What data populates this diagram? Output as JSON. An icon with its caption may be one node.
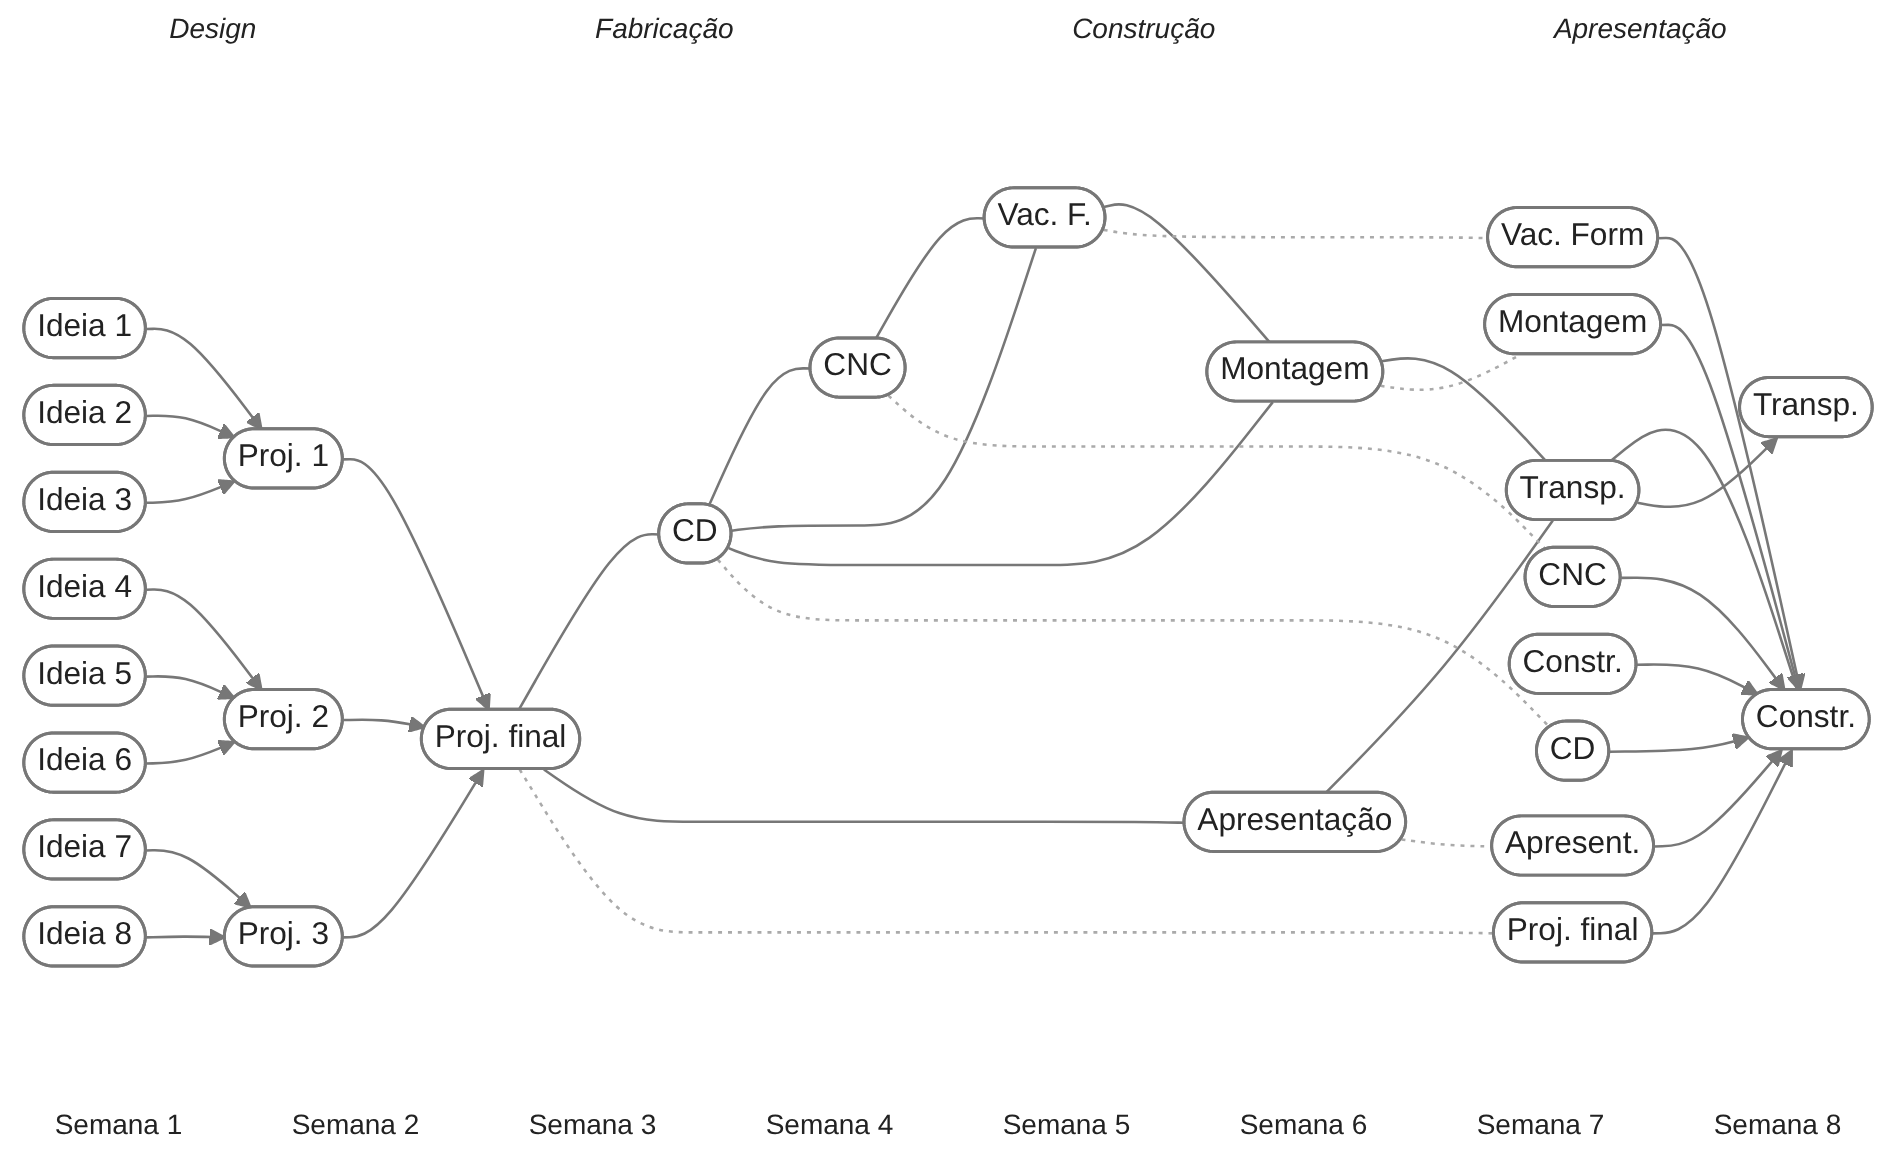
{
  "diagram": {
    "nodes": [
      {
        "text": [
          "Ideia 1"
        ]
      },
      {
        "text": [
          "Ideia 2"
        ]
      },
      {
        "text": [
          "Ideia 3"
        ]
      },
      {
        "text": [
          "Ideia 4"
        ]
      },
      {
        "text": [
          "Ideia 5"
        ]
      },
      {
        "text": [
          "Ideia 6"
        ]
      },
      {
        "text": [
          "Ideia 7"
        ]
      },
      {
        "text": [
          "Ideia 8"
        ]
      },
      {
        "text": [
          "Proj. 1"
        ]
      },
      {
        "text": [
          "Proj. 2"
        ]
      },
      {
        "text": [
          "Proj. 3"
        ]
      },
      {
        "text": [
          "Proj. final"
        ]
      },
      {
        "text": [
          "CD"
        ]
      },
      {
        "text": [
          "Apresentação"
        ]
      },
      {
        "text": [
          "CNC"
        ]
      },
      {
        "text": [
          "Vac. F."
        ]
      },
      {
        "text": [
          "Montagem"
        ]
      },
      {
        "text": [
          "Transp."
        ]
      },
      {
        "text": [
          "Constr."
        ]
      },
      {
        "text": [
          "CNC"
        ]
      },
      {
        "text": [
          "Vac. Form"
        ]
      },
      {
        "text": [
          "Montagem"
        ]
      },
      {
        "text": [
          "Constr."
        ]
      },
      {
        "text": [
          "CD"
        ]
      },
      {
        "text": [
          "Apresent."
        ]
      },
      {
        "text": [
          "Transp."
        ]
      },
      {
        "text": [
          "Proj. final"
        ]
      }
    ],
    "edges": [
      {
        "from": 0,
        "to": 8,
        "arrow": "to"
      },
      {
        "from": 1,
        "to": 8,
        "arrow": "to"
      },
      {
        "from": 2,
        "to": 8,
        "arrow": "to"
      },
      {
        "from": 3,
        "to": 9,
        "arrow": "to"
      },
      {
        "from": 4,
        "to": 9,
        "arrow": "to"
      },
      {
        "from": 5,
        "to": 9,
        "arrow": "to"
      },
      {
        "from": 6,
        "to": 10,
        "arrow": "to"
      },
      {
        "from": 7,
        "to": 10,
        "arrow": "to"
      },
      {
        "from": 8,
        "to": 11,
        "arrow": "to"
      },
      {
        "from": 9,
        "to": 11,
        "arrow": "to"
      },
      {
        "from": 10,
        "to": 11,
        "arrow": "to"
      },
      {
        "from": 11,
        "to": 12,
        "arrow": "none"
      },
      {
        "from": 11,
        "to": 13,
        "arrow": "none"
      },
      {
        "from": 12,
        "to": 14,
        "arrow": "none"
      },
      {
        "from": 12,
        "to": 15,
        "arrow": "none"
      },
      {
        "from": 12,
        "to": 16,
        "arrow": "none"
      },
      {
        "from": 14,
        "to": 15,
        "arrow": "none"
      },
      {
        "from": 15,
        "to": 16,
        "arrow": "none"
      },
      {
        "from": 16,
        "to": 17,
        "arrow": "none"
      },
      {
        "from": 13,
        "to": 17,
        "arrow": "none"
      },
      {
        "from": 17,
        "to": 18,
        "arrow": "none"
      },
      {
        "from": 17,
        "to": 25,
        "arrow": "to"
      },
      {
        "from": 19,
        "to": 18,
        "arrow": "to"
      },
      {
        "from": 20,
        "to": 18,
        "arrow": "to"
      },
      {
        "from": 21,
        "to": 18,
        "arrow": "to"
      },
      {
        "from": 22,
        "to": 18,
        "arrow": "to"
      },
      {
        "from": 23,
        "to": 18,
        "arrow": "to"
      },
      {
        "from": 24,
        "to": 18,
        "arrow": "to"
      },
      {
        "from": 26,
        "to": 18,
        "arrow": "to"
      },
      {
        "from": 14,
        "to": 19,
        "arrow": "none",
        "style": "dashed",
        "color": "#aaaaaa"
      },
      {
        "from": 15,
        "to": 20,
        "arrow": "none",
        "style": "dashed",
        "color": "#aaaaaa"
      },
      {
        "from": 16,
        "to": 21,
        "arrow": "none",
        "style": "dashed",
        "color": "#aaaaaa"
      },
      {
        "from": 12,
        "to": 23,
        "arrow": "none",
        "style": "dashed",
        "color": "#aaaaaa"
      },
      {
        "from": 13,
        "to": 24,
        "arrow": "none",
        "style": "dashed",
        "color": "#aaaaaa"
      },
      {
        "from": 11,
        "to": 26,
        "arrow": "none",
        "style": "dashed",
        "color": "#aaaaaa"
      }
    ],
    "labels": [
      "Design",
      "Fabricação",
      "Construção",
      "Apresentação",
      "Semana 1",
      "Semana 2",
      "Semana 3",
      "Semana 4",
      "Semana 5",
      "Semana 6",
      "Semana 7",
      "Semana 8"
    ]
  }
}
